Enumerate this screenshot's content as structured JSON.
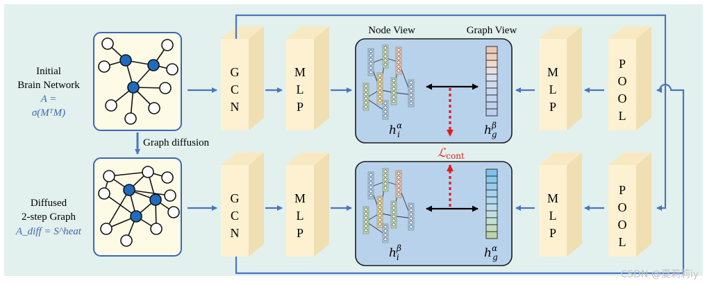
{
  "inputs": {
    "initial": {
      "line1": "Initial",
      "line2": "Brain Network",
      "formula1": "A =",
      "formula2": "σ(MᵀM)"
    },
    "diffused": {
      "line1": "Diffused",
      "line2": "2-step Graph",
      "formula": "A_diff = S^heat"
    }
  },
  "arrow_label": "Graph diffusion",
  "blocks": {
    "gcn": [
      "G",
      "C",
      "N"
    ],
    "mlp": [
      "M",
      "L",
      "P"
    ],
    "pool": [
      "P",
      "O",
      "O",
      "L"
    ]
  },
  "headers": {
    "node_view": "Node View",
    "graph_view": "Graph View"
  },
  "embeddings": {
    "top_node": {
      "base": "h",
      "sub": "i",
      "sup": "α"
    },
    "top_graph": {
      "base": "h",
      "sub": "g",
      "sup": "β"
    },
    "bottom_node": {
      "base": "h",
      "sub": "i",
      "sup": "β"
    },
    "bottom_graph": {
      "base": "h",
      "sub": "g",
      "sup": "α"
    }
  },
  "loss": {
    "symbol": "ℒ",
    "sub": "cont"
  },
  "colors": {
    "background": "#e2f1ed",
    "panel": "#b9d2ec",
    "block_front": "#fdf1d2",
    "block_side": "#efdfb3",
    "block_top": "#f8e9c2",
    "arrow": "#4a74c2",
    "loss": "#e01d1d",
    "node_fill": "#1e6bbf",
    "formula": "#3a66b8"
  },
  "watermark": "CSDN @夏莉莉iy"
}
